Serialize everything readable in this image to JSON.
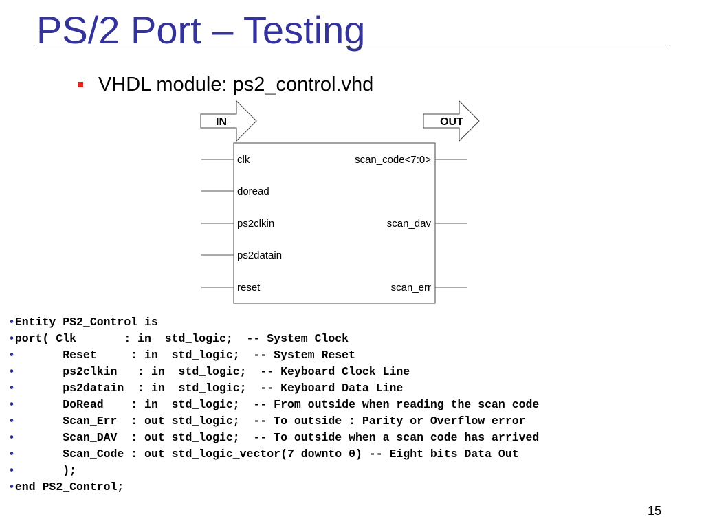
{
  "slide": {
    "title": "PS/2 Port – Testing",
    "bullet": "VHDL module: ps2_control.vhd",
    "page_number": "15"
  },
  "diagram": {
    "in_label": "IN",
    "out_label": "OUT",
    "inputs": [
      "clk",
      "doread",
      "ps2clkin",
      "ps2datain",
      "reset"
    ],
    "outputs": [
      "scan_code<7:0>",
      "scan_dav",
      "scan_err"
    ]
  },
  "code": {
    "bullet_glyph": "•",
    "lines": [
      "Entity PS2_Control is",
      "port( Clk       : in  std_logic;  -- System Clock",
      "       Reset     : in  std_logic;  -- System Reset",
      "       ps2clkin   : in  std_logic;  -- Keyboard Clock Line",
      "       ps2datain  : in  std_logic;  -- Keyboard Data Line",
      "       DoRead    : in  std_logic;  -- From outside when reading the scan code",
      "       Scan_Err  : out std_logic;  -- To outside : Parity or Overflow error",
      "       Scan_DAV  : out std_logic;  -- To outside when a scan code has arrived",
      "       Scan_Code : out std_logic_vector(7 downto 0) -- Eight bits Data Out",
      "       );",
      "end PS2_Control;"
    ]
  },
  "colors": {
    "title": "#333399",
    "bullet_square": "#e3261b",
    "code_bullet": "#333399"
  }
}
